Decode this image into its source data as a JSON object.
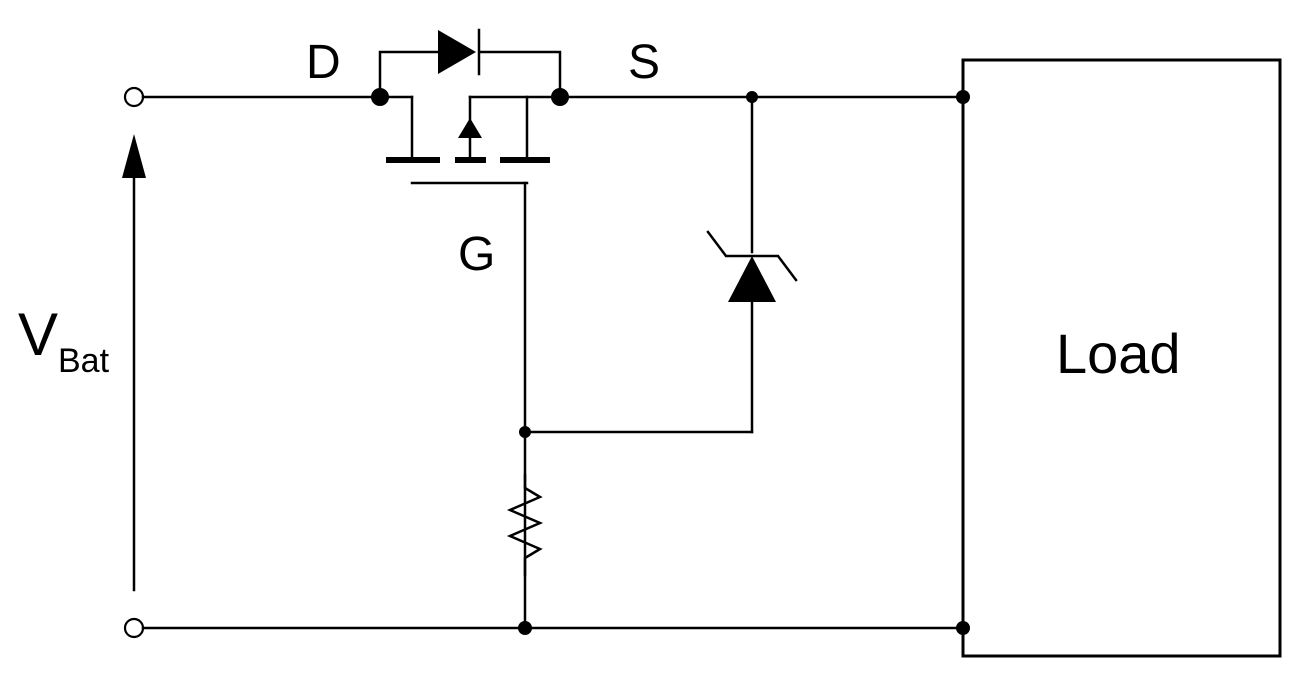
{
  "labels": {
    "drain": "D",
    "source": "S",
    "gate": "G",
    "battery_main": "V",
    "battery_sub": "Bat",
    "load": "Load"
  },
  "colors": {
    "stroke": "#000000",
    "background": "#ffffff"
  }
}
